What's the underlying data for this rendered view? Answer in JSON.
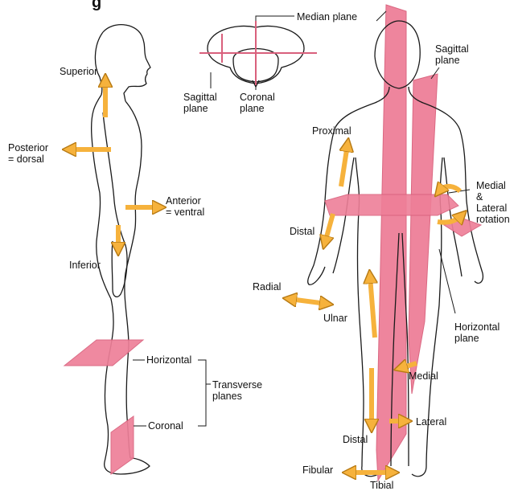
{
  "title_fragment": "g",
  "labels": {
    "superior": "Superior",
    "posterior": "Posterior\n= dorsal",
    "anterior": "Anterior\n= ventral",
    "inferior": "Inferior",
    "horizontal_left": "Horizontal",
    "transverse": "Transverse\nplanes",
    "coronal_left": "Coronal",
    "sagittal_head": "Sagittal\nplane",
    "coronal_head": "Coronal\nplane",
    "median": "Median plane",
    "sagittal_right": "Sagittal\nplane",
    "proximal": "Proximal",
    "distal_hand": "Distal",
    "radial": "Radial",
    "ulnar": "Ulnar",
    "medial_rot": "Medial\n&\nLateral\nrotation",
    "horizontal_right": "Horizontal\nplane",
    "medial": "Medial",
    "lateral": "Lateral",
    "distal_leg": "Distal",
    "fibular": "Fibular",
    "tibial": "Tibial"
  },
  "colors": {
    "plane": "#ee7f98",
    "plane_edge": "#d9607c",
    "arrow": "#f6b23c",
    "arrow_edge": "#b77a14",
    "line": "#1a1a1a"
  }
}
